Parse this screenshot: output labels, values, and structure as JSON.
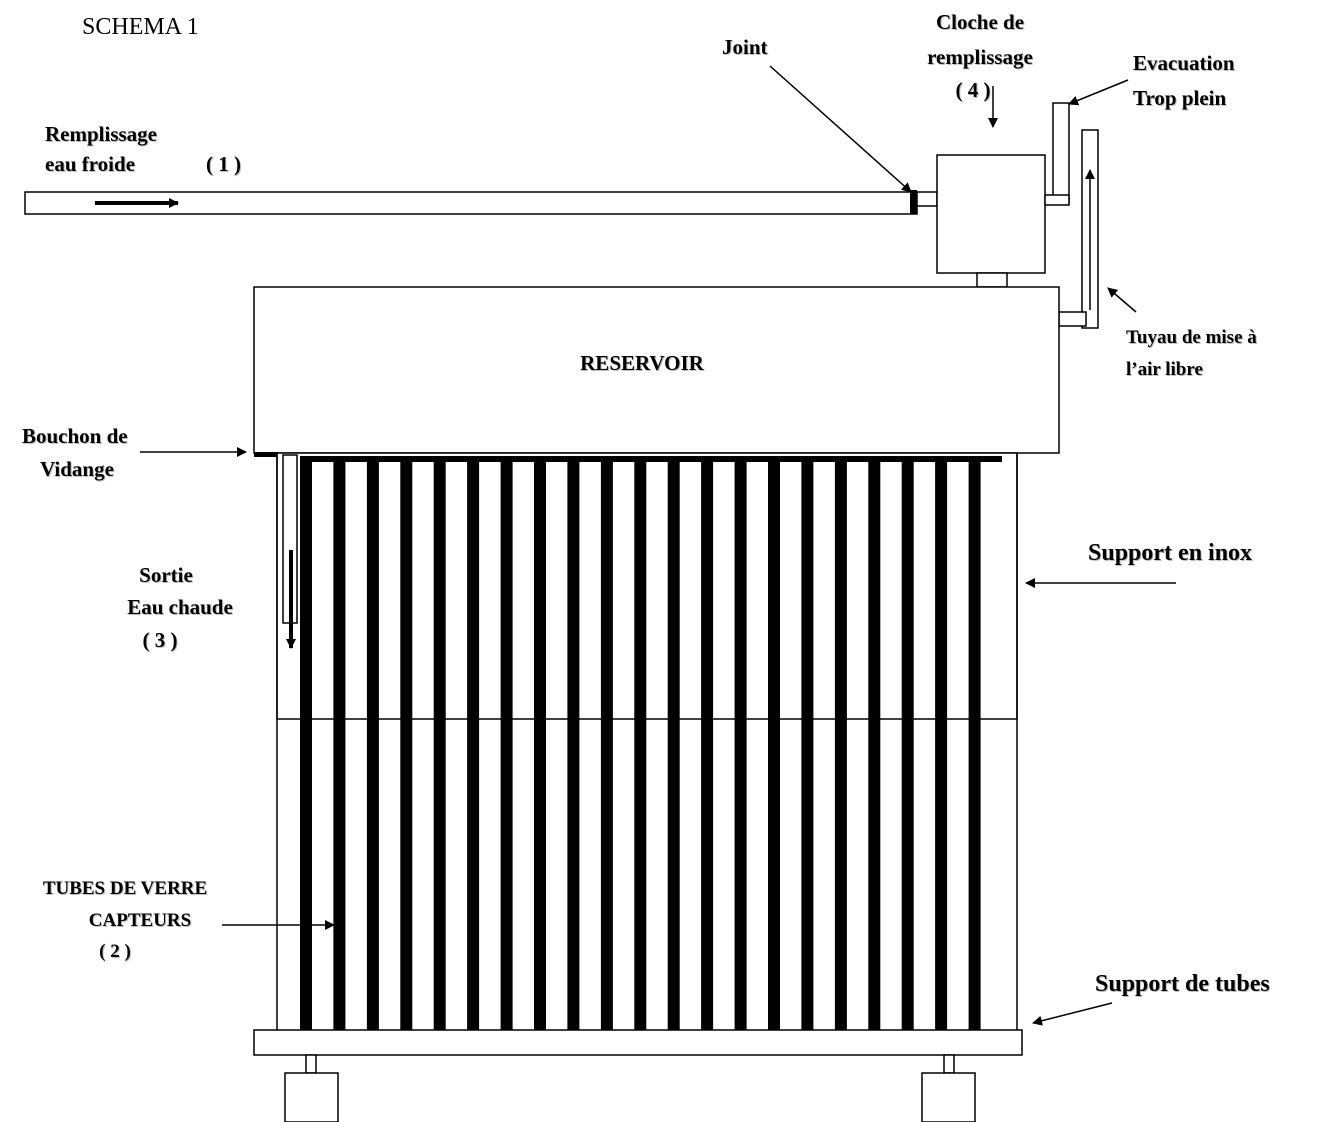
{
  "title": "SCHEMA  1",
  "labels": {
    "remplissage_line1": "Remplissage",
    "remplissage_line2": "eau froide",
    "remplissage_num": "( 1 )",
    "joint": "Joint",
    "cloche_line1": "Cloche de",
    "cloche_line2": "remplissage",
    "cloche_num": "( 4 )",
    "evacuation_line1": "Evacuation",
    "evacuation_line2": "Trop plein",
    "tuyau_line1": "Tuyau de mise  à",
    "tuyau_line2": "l’air libre",
    "reservoir": "RESERVOIR",
    "bouchon_line1": "Bouchon de",
    "bouchon_line2": "Vidange",
    "sortie_line1": "Sortie",
    "sortie_line2": "Eau chaude",
    "sortie_num": "( 3 )",
    "support_inox": "Support en inox",
    "tubes_line1": "TUBES DE VERRE",
    "tubes_line2": "CAPTEURS",
    "tubes_num": "( 2 )",
    "support_tubes": "Support de tubes"
  },
  "collector": {
    "tube_count": 21
  },
  "colors": {
    "ink": "#000000",
    "paper": "#ffffff",
    "label_shadow": "#bdbdbd"
  }
}
